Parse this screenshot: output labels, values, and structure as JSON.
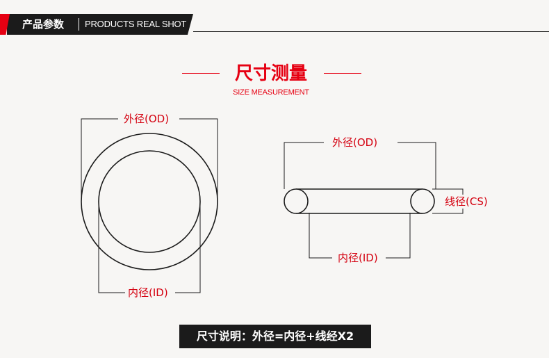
{
  "header": {
    "title_cn": "产品参数",
    "title_en": "PRODUCTS REAL SHOT"
  },
  "section": {
    "title_cn": "尺寸测量",
    "title_en": "SIZE MEASUREMENT"
  },
  "labels": {
    "left_od": "外径(OD)",
    "left_id": "内径(ID)",
    "right_od": "外径(OD)",
    "right_cs": "线径(CS)",
    "right_id": "内径(ID)"
  },
  "formula": "尺寸说明：外径=内径+线经X2",
  "colors": {
    "accent": "#e60012",
    "dark": "#1b1b1b",
    "background": "#f7f6f4"
  }
}
